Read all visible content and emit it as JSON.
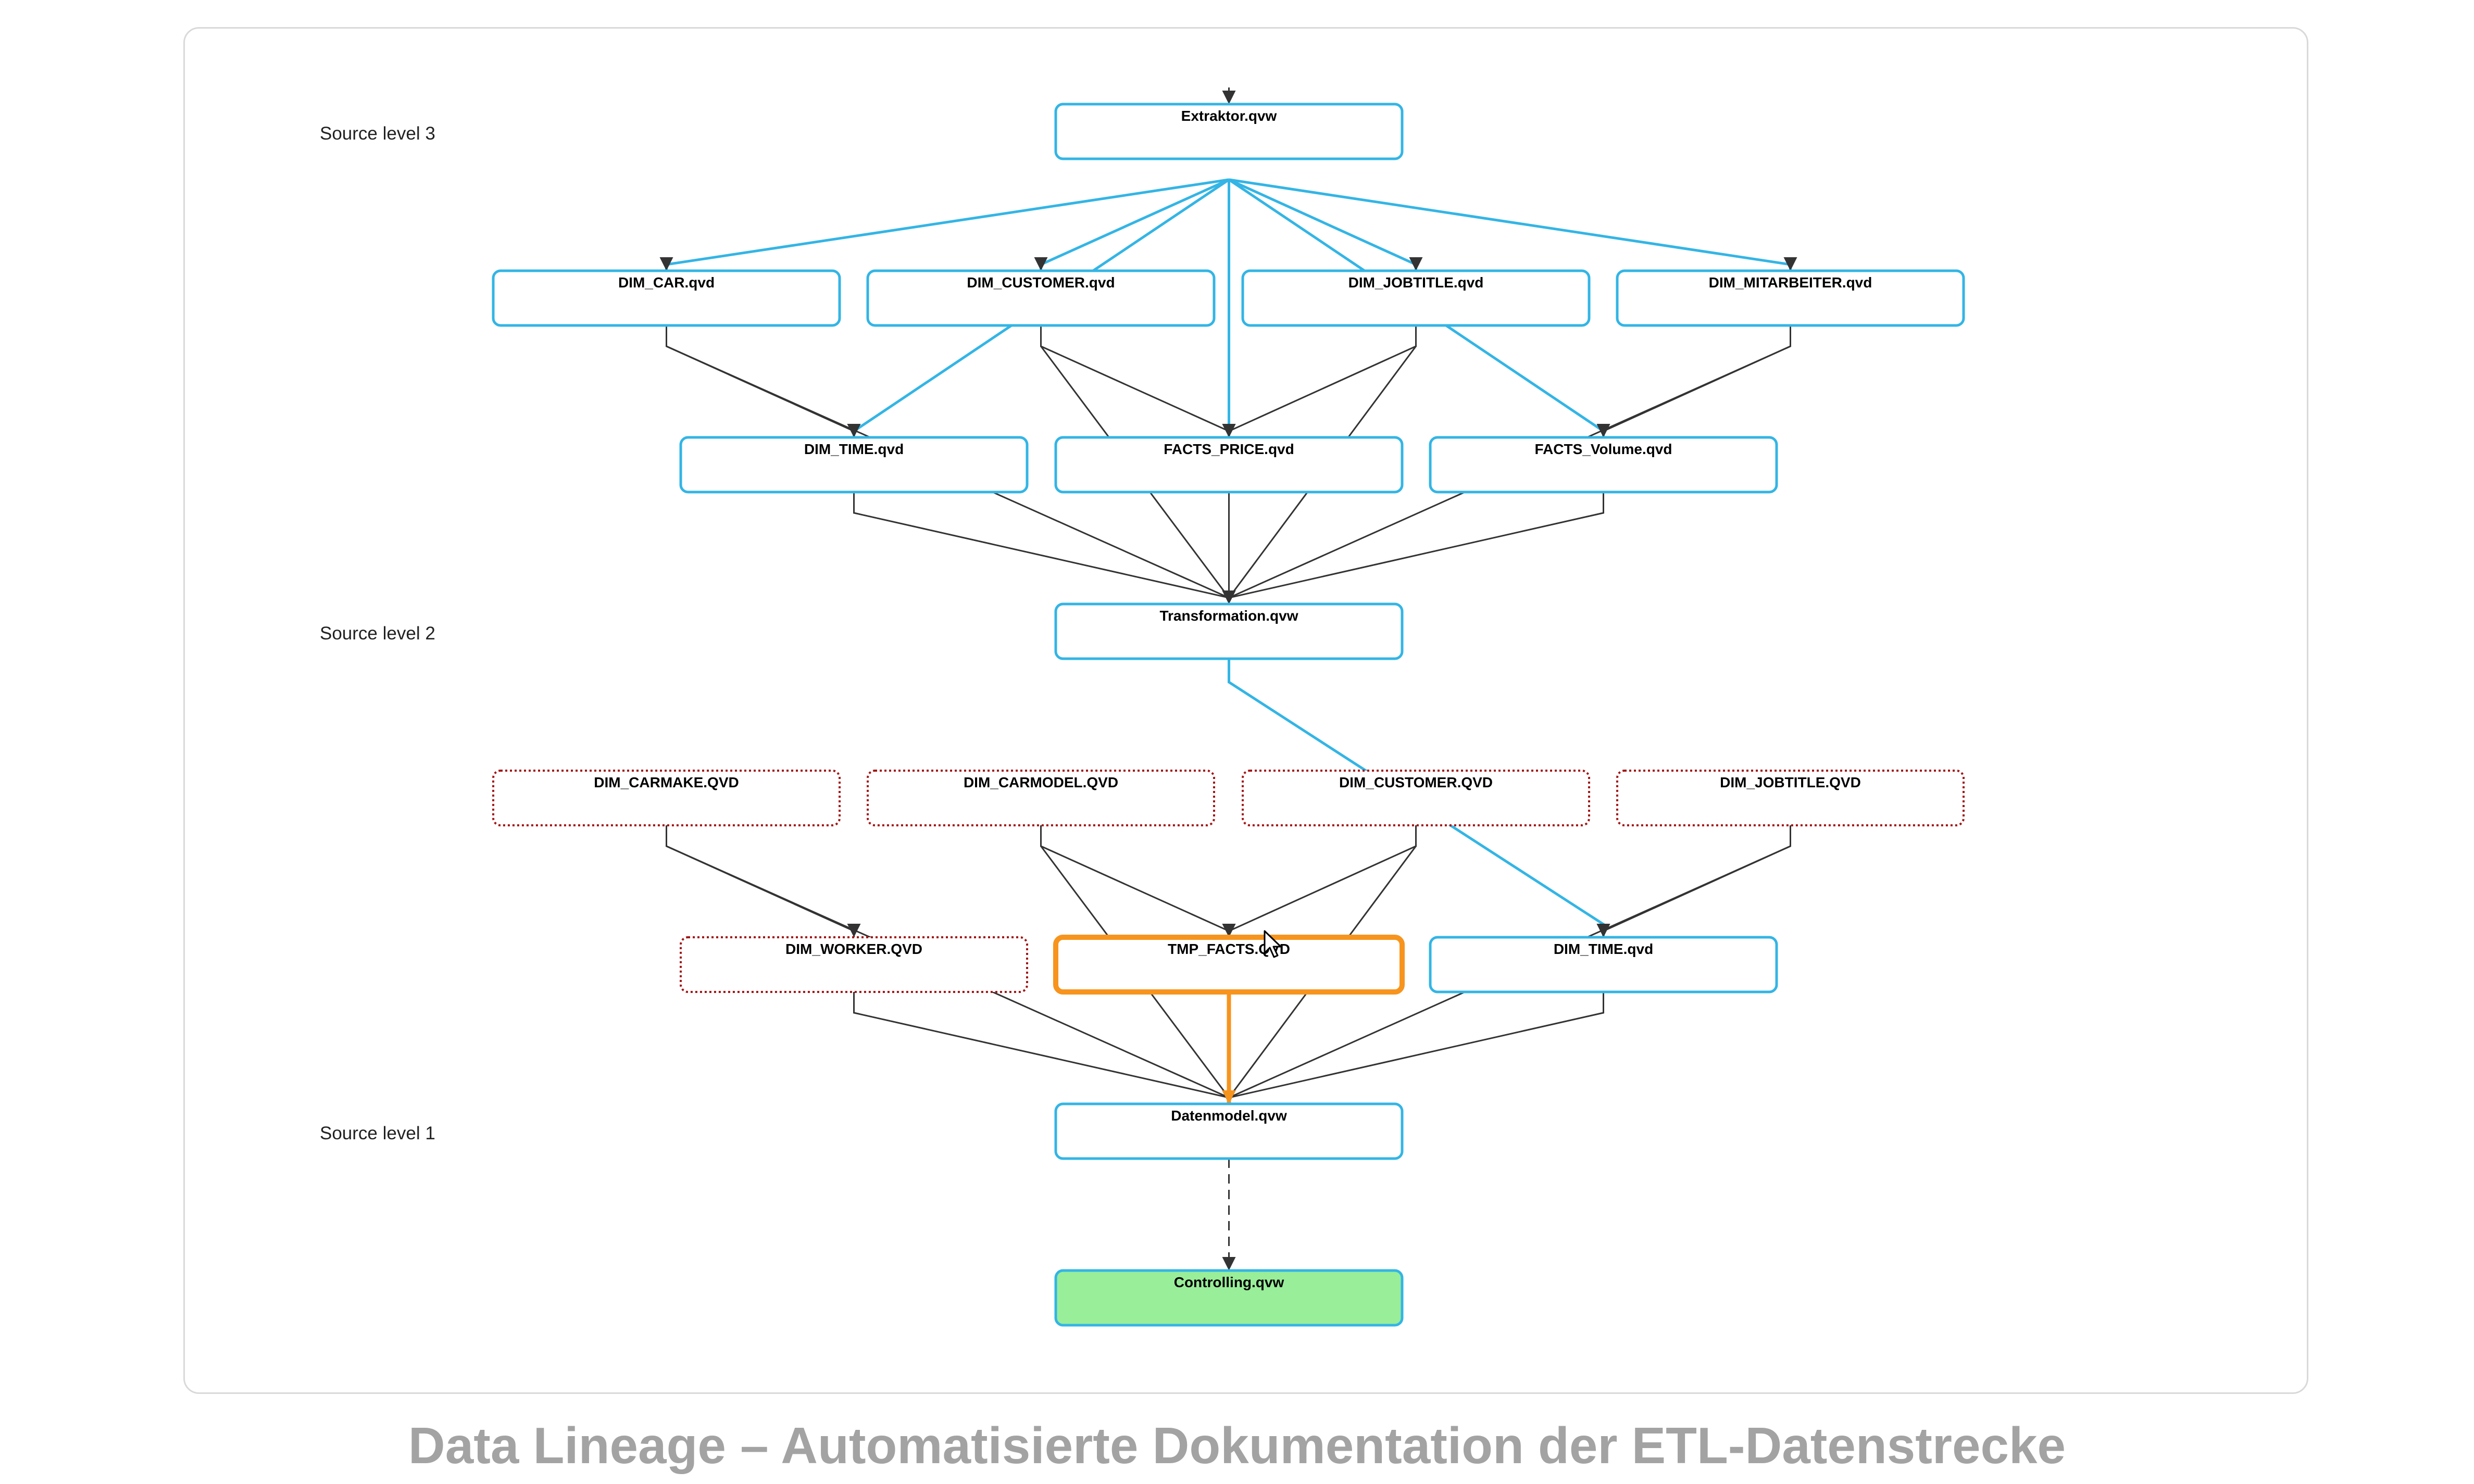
{
  "caption": "Data Lineage – Automatisierte Dokumentation der ETL-Datenstrecke",
  "colors": {
    "primary_border": "#33b5e5",
    "missing_border": "#a31515",
    "selected_border": "#f7941d",
    "final_fill": "#99ee99",
    "edge_default": "#333333",
    "edge_highlight": "#33b5e5",
    "edge_selected": "#f7941d"
  },
  "levels": [
    {
      "id": "lvl3",
      "label": "Source level 3"
    },
    {
      "id": "lvl2",
      "label": "Source level 2"
    },
    {
      "id": "lvl1",
      "label": "Source level 1"
    }
  ],
  "nodes": [
    {
      "id": "extraktor",
      "label": "Extraktor.qvw",
      "status": "normal"
    },
    {
      "id": "dim_car",
      "label": "DIM_CAR.qvd",
      "status": "normal"
    },
    {
      "id": "dim_customer",
      "label": "DIM_CUSTOMER.qvd",
      "status": "normal"
    },
    {
      "id": "dim_jobtitle",
      "label": "DIM_JOBTITLE.qvd",
      "status": "normal"
    },
    {
      "id": "dim_mitarbeiter",
      "label": "DIM_MITARBEITER.qvd",
      "status": "normal"
    },
    {
      "id": "dim_time_1",
      "label": "DIM_TIME.qvd",
      "status": "normal"
    },
    {
      "id": "facts_price",
      "label": "FACTS_PRICE.qvd",
      "status": "normal"
    },
    {
      "id": "facts_volume",
      "label": "FACTS_Volume.qvd",
      "status": "normal"
    },
    {
      "id": "transformation",
      "label": "Transformation.qvw",
      "status": "normal"
    },
    {
      "id": "dim_carmake",
      "label": "DIM_CARMAKE.QVD",
      "status": "missing"
    },
    {
      "id": "dim_carmodel",
      "label": "DIM_CARMODEL.QVD",
      "status": "missing"
    },
    {
      "id": "dim_customer_up",
      "label": "DIM_CUSTOMER.QVD",
      "status": "missing"
    },
    {
      "id": "dim_jobtitle_up",
      "label": "DIM_JOBTITLE.QVD",
      "status": "missing"
    },
    {
      "id": "dim_worker",
      "label": "DIM_WORKER.QVD",
      "status": "missing"
    },
    {
      "id": "tmp_facts",
      "label": "TMP_FACTS.QVD",
      "status": "selected"
    },
    {
      "id": "dim_time_2",
      "label": "DIM_TIME.qvd",
      "status": "normal"
    },
    {
      "id": "datenmodel",
      "label": "Datenmodel.qvw",
      "status": "normal"
    },
    {
      "id": "controlling",
      "label": "Controlling.qvw",
      "status": "final"
    }
  ],
  "edges": [
    {
      "from": "extraktor",
      "to": "dim_car",
      "style": "highlight"
    },
    {
      "from": "extraktor",
      "to": "dim_customer",
      "style": "highlight"
    },
    {
      "from": "extraktor",
      "to": "dim_jobtitle",
      "style": "highlight"
    },
    {
      "from": "extraktor",
      "to": "dim_mitarbeiter",
      "style": "highlight"
    },
    {
      "from": "extraktor",
      "to": "dim_time_1",
      "style": "highlight"
    },
    {
      "from": "extraktor",
      "to": "facts_price",
      "style": "highlight"
    },
    {
      "from": "extraktor",
      "to": "facts_volume",
      "style": "highlight"
    },
    {
      "from": "dim_car",
      "to": "dim_time_1",
      "style": "default"
    },
    {
      "from": "dim_customer",
      "to": "facts_price",
      "style": "default"
    },
    {
      "from": "dim_jobtitle",
      "to": "facts_price",
      "style": "default"
    },
    {
      "from": "dim_mitarbeiter",
      "to": "facts_volume",
      "style": "default"
    },
    {
      "from": "dim_car",
      "to": "transformation",
      "style": "default"
    },
    {
      "from": "dim_customer",
      "to": "transformation",
      "style": "default"
    },
    {
      "from": "dim_jobtitle",
      "to": "transformation",
      "style": "default"
    },
    {
      "from": "dim_mitarbeiter",
      "to": "transformation",
      "style": "default"
    },
    {
      "from": "dim_time_1",
      "to": "transformation",
      "style": "default"
    },
    {
      "from": "facts_price",
      "to": "transformation",
      "style": "default"
    },
    {
      "from": "facts_volume",
      "to": "transformation",
      "style": "default"
    },
    {
      "from": "transformation",
      "to": "dim_time_2",
      "style": "highlight"
    },
    {
      "from": "dim_carmake",
      "to": "dim_worker",
      "style": "default"
    },
    {
      "from": "dim_carmodel",
      "to": "tmp_facts",
      "style": "default"
    },
    {
      "from": "dim_customer_up",
      "to": "tmp_facts",
      "style": "default"
    },
    {
      "from": "dim_jobtitle_up",
      "to": "dim_time_2",
      "style": "default"
    },
    {
      "from": "dim_carmake",
      "to": "datenmodel",
      "style": "default"
    },
    {
      "from": "dim_carmodel",
      "to": "datenmodel",
      "style": "default"
    },
    {
      "from": "dim_customer_up",
      "to": "datenmodel",
      "style": "default"
    },
    {
      "from": "dim_jobtitle_up",
      "to": "datenmodel",
      "style": "default"
    },
    {
      "from": "dim_worker",
      "to": "datenmodel",
      "style": "default"
    },
    {
      "from": "dim_time_2",
      "to": "datenmodel",
      "style": "default"
    },
    {
      "from": "tmp_facts",
      "to": "datenmodel",
      "style": "selected"
    },
    {
      "from": "datenmodel",
      "to": "controlling",
      "style": "dashed"
    }
  ]
}
